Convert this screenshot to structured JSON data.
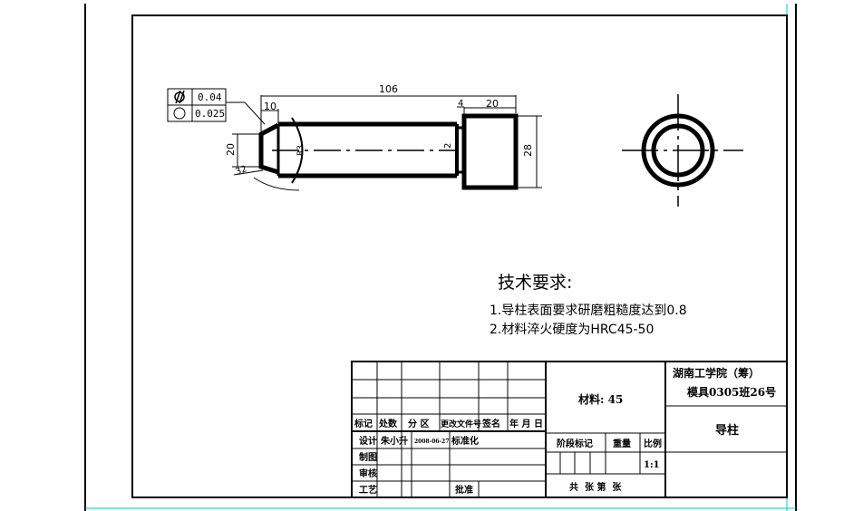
{
  "drawing": {
    "tolerance": {
      "cylindricity_value": "0.04",
      "roundness_value": "0.025",
      "cylindricity_icon": "cylindricity-symbol",
      "roundness_icon": "circle-symbol"
    },
    "dimensions": {
      "overall_length": "106",
      "chamfer_length": "10",
      "head_length": "20",
      "groove_width": "4",
      "left_diameter": "20",
      "right_diameter": "28",
      "groove_depth": "2",
      "angle": "32",
      "radius_label": "R3"
    }
  },
  "tech": {
    "title": "技术要求:",
    "items": [
      "1.导柱表面要求研磨粗糙度达到0.8",
      "2.材料淬火硬度为HRC45-50"
    ]
  },
  "title_block": {
    "headers": {
      "mark": "标记",
      "count": "处数",
      "zone": "分 区",
      "doc_no": "更改文件号",
      "sign": "签名",
      "date": "年 月 日"
    },
    "design_label": "设计",
    "designer": "朱小升",
    "design_date": "2008-06-27",
    "standardize": "标准化",
    "draw_label": "制图",
    "review_label": "审核",
    "process_label": "工艺",
    "approve_label": "批准",
    "material": "材料: 45",
    "stage_label": "阶段标记",
    "weight_label": "重量",
    "scale_label": "比例",
    "scale_value": "1:1",
    "sheets": "共  张 第  张",
    "school": "湖南工学院（筹）",
    "class": "模具0305班26号",
    "part_name": "导柱"
  }
}
